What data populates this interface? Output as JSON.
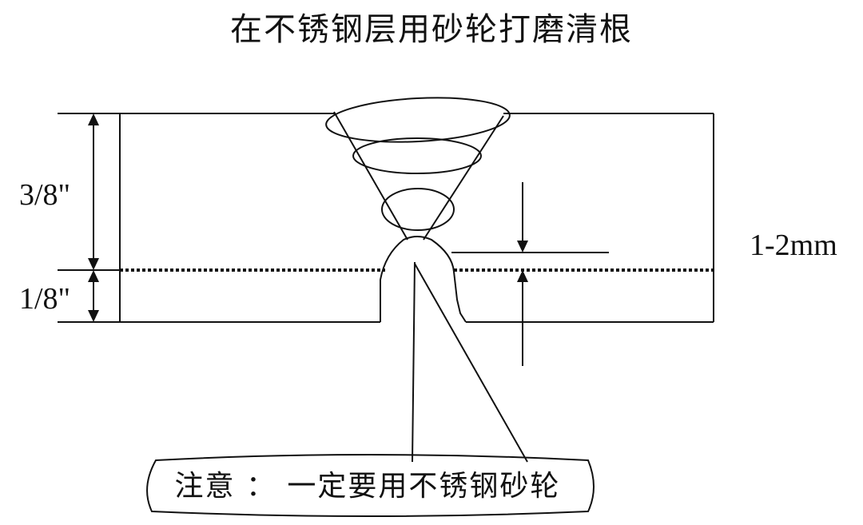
{
  "title": "在不锈钢层用砂轮打磨清根",
  "dimensions": {
    "upper_thickness": "3/8\"",
    "lower_thickness": "1/8\"",
    "grind_depth": "1-2mm"
  },
  "note": "注意 ： 一定要用不锈钢砂轮",
  "colors": {
    "line": "#111111",
    "background": "#ffffff"
  }
}
